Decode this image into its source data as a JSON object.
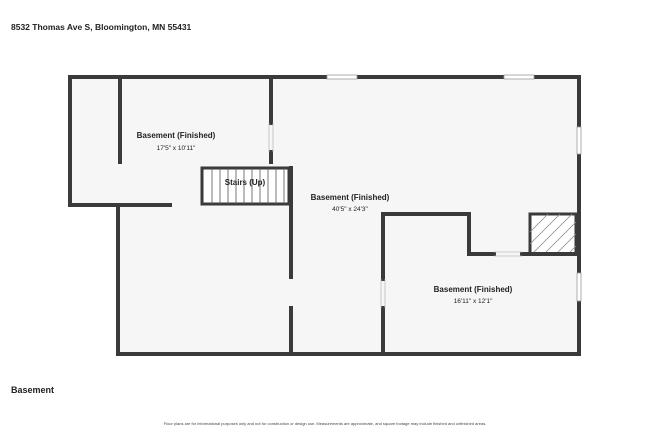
{
  "address": "8532 Thomas Ave S, Bloomington, MN 55431",
  "floor_label": "Basement",
  "disclaimer": "Floor plans are for informational purposes only and not for construction or design use. Measurements are approximate, and square footage may include finished and unfinished areas.",
  "rooms": [
    {
      "name": "Basement (Finished)",
      "dims": "17'5\" x 10'11\""
    },
    {
      "name": "Stairs (Up)",
      "dims": ""
    },
    {
      "name": "Basement (Finished)",
      "dims": "40'5\" x 24'3\""
    },
    {
      "name": "Basement (Finished)",
      "dims": "16'11\" x 12'1\""
    }
  ],
  "colors": {
    "wall": "#3a3a3a",
    "floor": "#f6f6f6",
    "window": "#d9d9d9"
  }
}
